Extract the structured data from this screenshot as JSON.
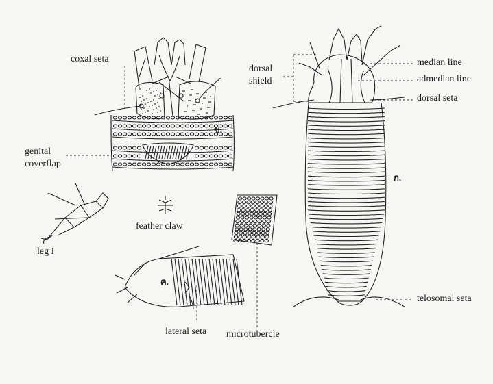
{
  "labels": {
    "coxal_seta": "coxal seta",
    "genital_coverflap_1": "genital",
    "genital_coverflap_2": "coverflap",
    "leg_i": "leg I",
    "feather_claw": "feather claw",
    "lateral_seta": "lateral seta",
    "microtubercle": "microtubercle",
    "dorsal_shield_1": "dorsal",
    "dorsal_shield_2": "shield",
    "median_line": "median line",
    "admedian_line": "admedian line",
    "dorsal_seta": "dorsal seta",
    "telosomal_seta": "telosomal seta",
    "fig_b": "ข.",
    "fig_a": "ก.",
    "fig_c": "ค."
  },
  "colors": {
    "ink": "#222222",
    "paper": "#f6f6f4"
  }
}
